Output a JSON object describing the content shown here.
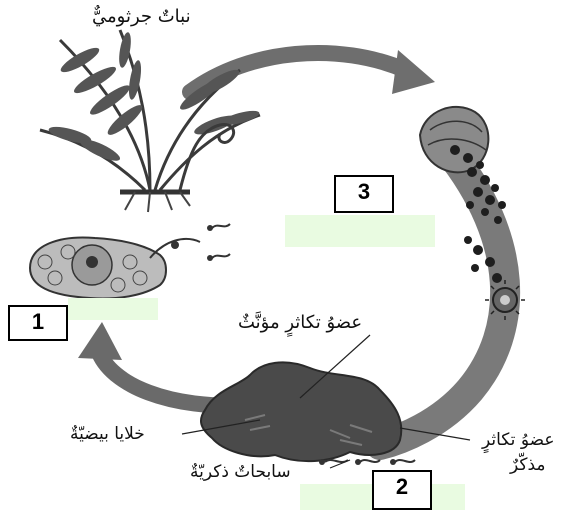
{
  "labels": {
    "fern_plant": "نباتٌ جرثوميٌّ",
    "female_organ": "عضوُ تكاثرٍ مؤنَّثٌ",
    "egg_cells": "خلايا بيضيّةٌ",
    "male_organ_line1": "عضوُ تكاثرٍ",
    "male_organ_line2": "مذكّرٌ",
    "sperm": "سابحاتٌ ذكريّةٌ"
  },
  "boxes": {
    "box1": "1",
    "box2": "2",
    "box3": "3"
  },
  "colors": {
    "arrow": "#6e6e6e",
    "answer_field": "#e9fbe1",
    "ink": "#222222"
  }
}
